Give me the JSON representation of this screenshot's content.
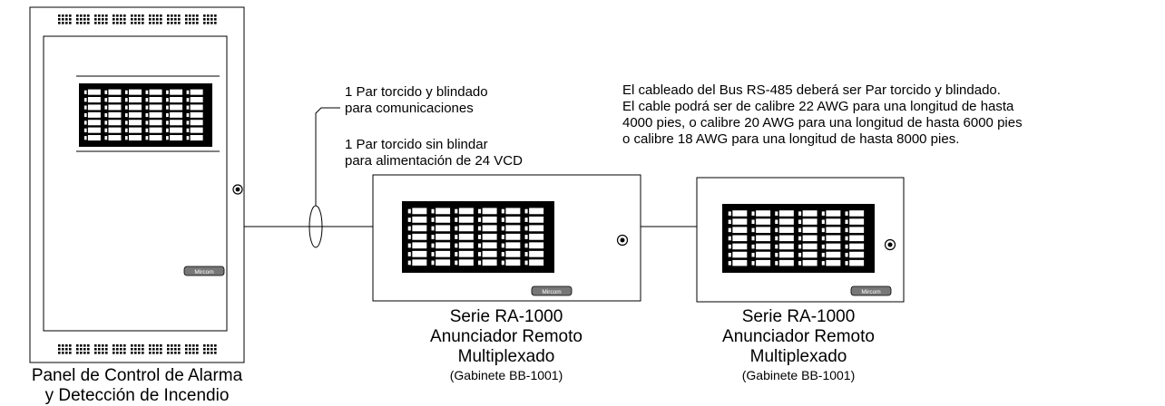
{
  "cable_labels": {
    "comm_line1": "1 Par torcido y blindado",
    "comm_line2": "para comunicaciones",
    "power_line1": "1 Par torcido sin blindar",
    "power_line2": "para alimentación de 24 VCD"
  },
  "rs485_note": {
    "line1": "El cableado del Bus RS-485 deberá ser Par torcido y blindado.",
    "line2": "El cable podrá ser de calibre 22 AWG para una longitud de hasta",
    "line3": "4000 pies, o calibre 20 AWG para una longitud de hasta 6000 pies",
    "line4": "o calibre 18 AWG para una longitud de hasta 8000 pies."
  },
  "main_panel": {
    "caption_line1": "Panel  de Control de Alarma",
    "caption_line2": "y Detección de Incendio",
    "brand": "Mircom"
  },
  "annunciators": [
    {
      "series": "Serie RA-1000",
      "name_line1": "Anunciador Remoto",
      "name_line2": "Multiplexado",
      "cabinet": "(Gabinete BB-1001)",
      "brand": "Mircom"
    },
    {
      "series": "Serie RA-1000",
      "name_line1": "Anunciador Remoto",
      "name_line2": "Multiplexado",
      "cabinet": "(Gabinete BB-1001)",
      "brand": "Mircom"
    }
  ]
}
